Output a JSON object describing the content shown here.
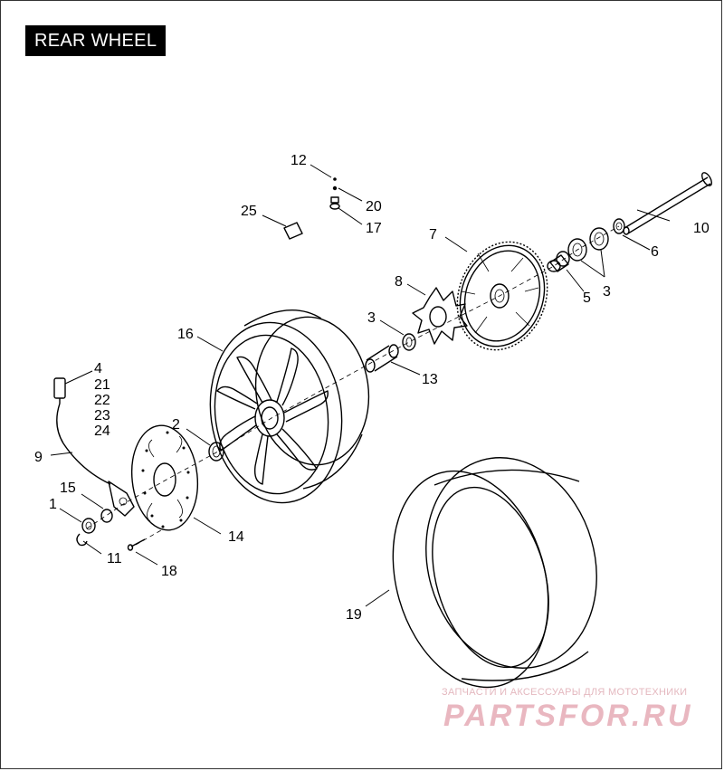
{
  "title": "REAR WHEEL",
  "callouts": {
    "c1": "1",
    "c2": "2",
    "c3a": "3",
    "c3b": "3",
    "c4": "4",
    "c5": "5",
    "c6": "6",
    "c7": "7",
    "c8": "8",
    "c9": "9",
    "c10": "10",
    "c11": "11",
    "c12": "12",
    "c13": "13",
    "c14": "14",
    "c15": "15",
    "c16": "16",
    "c17": "17",
    "c18": "18",
    "c19": "19",
    "c20": "20",
    "c21": "21",
    "c22": "22",
    "c23": "23",
    "c24": "24",
    "c25": "25"
  },
  "watermark": {
    "tagline": "ЗАПЧАСТИ И АКСЕССУАРЫ ДЛЯ МОТОТЕХНИКИ",
    "brand": "PARTSFOR.RU"
  }
}
